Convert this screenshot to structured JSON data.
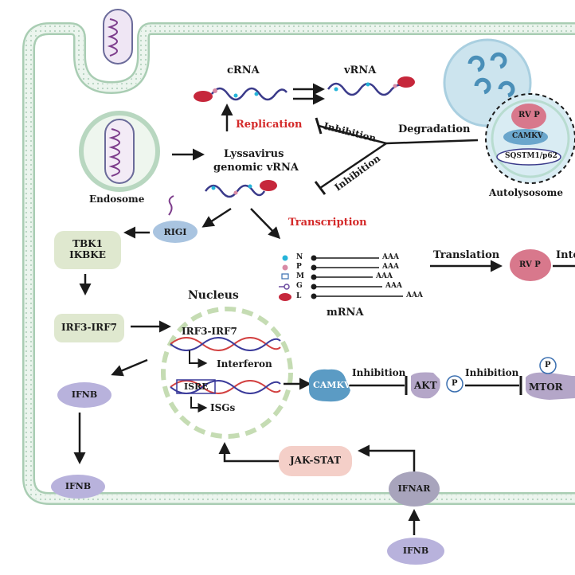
{
  "diagram": {
    "labels": {
      "crna": "cRNA",
      "vrna": "vRNA",
      "replication": "Replication",
      "inhibition_top": "Inhibition",
      "degradation": "Degradation",
      "inhibition_lower": "Inhibition",
      "lyssavirus_line1": "Lyssavirus",
      "lyssavirus_line2": "genomic vRNA",
      "endosome": "Endosome",
      "autolysosome": "Autolysosome",
      "rvp_autolysosome": "RV P",
      "camkv_autolysosome": "CAMKV",
      "sqstm1": "SQSTM1/p62",
      "transcription": "Transcription",
      "translation": "Translation",
      "rvp_translation": "RV P",
      "translation_cut": "Inte",
      "mrna": "mRNA",
      "nucleus": "Nucleus",
      "irf3_irf7_nucleus": "IRF3-IRF7",
      "interferon": "Interferon",
      "isre": "ISRE",
      "isgs": "ISGs",
      "camkv": "CAMKV",
      "inhibition_akt": "Inhibition",
      "akt": "AKT",
      "p_akt": "P",
      "inhibition_mtor": "Inhibition",
      "mtor": "MTOR",
      "p_mtor": "P",
      "jak_stat": "JAK-STAT",
      "ifnar": "IFNAR",
      "ifnb_outside": "IFNB",
      "ifnb_membrane": "IFNB",
      "ifnb_cyto": "IFNB",
      "tbk1": "TBK1",
      "ikbke": "IKBKE",
      "rigi": "RIGI",
      "irf3_irf7_cyto": "IRF3-IRF7"
    },
    "mrna_legend": [
      {
        "gene": "N",
        "tail": "AAA"
      },
      {
        "gene": "P",
        "tail": "AAA"
      },
      {
        "gene": "M",
        "tail": "AAA"
      },
      {
        "gene": "G",
        "tail": "AAA"
      },
      {
        "gene": "L",
        "tail": "AAA"
      }
    ],
    "colors": {
      "membrane": "#cfe3d6",
      "membrane_stroke": "#8fbf9f",
      "highlight_red": "#d42a2a",
      "rvp_pink": "#d8788c",
      "camkv_blue": "#5b9bc4",
      "ifnb_purple": "#b8b2dc",
      "akt_purple": "#b4a6c8",
      "tbk1_green": "#dfe8cf",
      "jak_pink": "#f4cfc8",
      "nucleus_green": "#c9ddb4",
      "autolysosome_blue": "#bcdcea"
    }
  }
}
